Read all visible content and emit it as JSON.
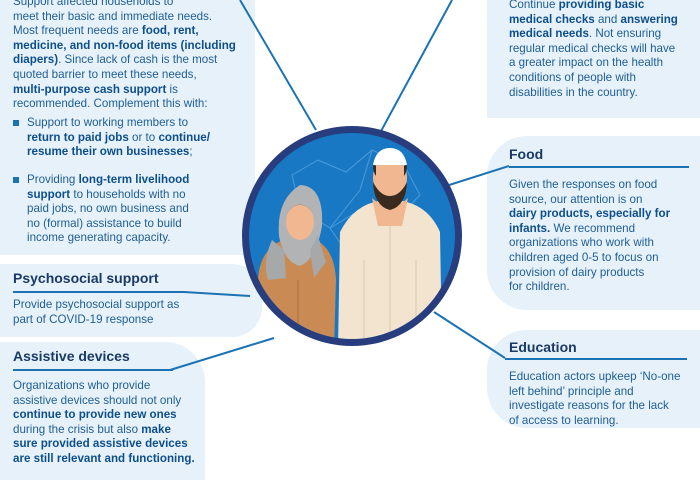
{
  "cash": {
    "line1": "Support affected households to",
    "line2": "meet their basic and immediate needs.",
    "line3a": "Most frequent needs are ",
    "line3b": "food, rent,",
    "line4": "medicine, and non-food items (including",
    "line5": "diapers)",
    "line5b": ". Since lack of cash is the most",
    "line6": "quoted barrier to meet these needs,",
    "line7": "multi-purpose cash support",
    "line7b": " is",
    "line8": "recommended. Complement this with:",
    "b1_l1": "Support to working members to",
    "b1_l2a": "return to paid jobs",
    "b1_l2b": " or to ",
    "b1_l2c": "continue/",
    "b1_l3a": "resume their own businesses",
    "b1_l3b": ";",
    "b2_l1a": "Providing ",
    "b2_l1b": "long-term livelihood",
    "b2_l2a": "support",
    "b2_l2b": " to households with no",
    "b2_l3": "paid jobs, no own business and",
    "b2_l4": "no (formal) assistance to build",
    "b2_l5": "income generating capacity."
  },
  "psychosocial": {
    "title": "Psychosocial support",
    "l1": "Provide psychosocial support as",
    "l2": "part of COVID-19 response"
  },
  "assistive": {
    "title": "Assistive devices",
    "l1": "Organizations who provide",
    "l2": "assistive devices should not only",
    "l3": "continue to provide new ones",
    "l4": "during the crisis but also ",
    "l4b": "make",
    "l5": "sure provided assistive devices",
    "l6": "are still relevant and functioning."
  },
  "health": {
    "l1a": "Continue ",
    "l1b": "providing basic",
    "l2a": "medical checks",
    "l2b": " and ",
    "l2c": "answering",
    "l3a": "medical needs",
    "l3b": ". Not ensuring",
    "l4": "regular medical checks will have",
    "l5": "a greater impact on the health",
    "l6": "conditions of people with",
    "l7": "disabilities in the country."
  },
  "food": {
    "title": "Food",
    "l1": "Given the responses on food",
    "l2": "source, our attention is on",
    "l3": "dairy products, especially for",
    "l4": "infants.",
    "l4b": " We recommend",
    "l5": "organizations who work with",
    "l6": "children aged 0-5 to focus on",
    "l7": "provision of dairy products",
    "l8": "for children."
  },
  "education": {
    "title": "Education",
    "l1": "Education actors upkeep ‘No-one",
    "l2": "left behind’ principle and",
    "l3": "investigate reasons for the lack",
    "l4": "of access to learning."
  },
  "colors": {
    "panel": "#e6f1f9",
    "heading": "#1a3a66",
    "accent": "#1b73b3",
    "text": "#1f5e94",
    "circle_ring": "#283d7e",
    "circle_fill": "#1878c4"
  }
}
